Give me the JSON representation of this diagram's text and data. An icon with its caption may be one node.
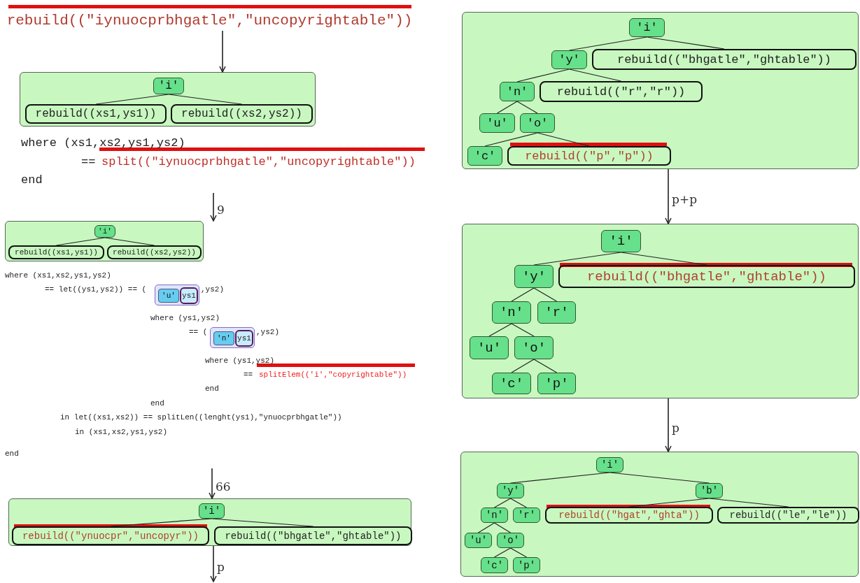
{
  "diagram": {
    "nodes": [
      {
        "text": [
          "rebuild((\"iynuocprbhgatle\",\"uncopyrightable\"))"
        ]
      },
      {
        "text": [],
        "shape": "box"
      },
      {
        "text": [
          "'i'"
        ],
        "in": 1
      },
      {
        "text": [
          "rebuild((xs1,ys1))"
        ],
        "in": 1
      },
      {
        "text": [
          "rebuild((xs2,ys2))"
        ],
        "in": 1
      },
      {
        "text": [],
        "shape": "box"
      },
      {
        "text": [
          "'i'"
        ],
        "in": 5
      },
      {
        "text": [
          "rebuild((xs1,ys1))"
        ],
        "in": 5
      },
      {
        "text": [
          "rebuild((xs2,ys2))"
        ],
        "in": 5
      },
      {
        "text": [],
        "shape": "box"
      },
      {
        "text": [
          "'u'"
        ],
        "in": 9
      },
      {
        "text": [
          "ys1"
        ],
        "in": 9
      },
      {
        "text": [],
        "shape": "box"
      },
      {
        "text": [
          "'n'"
        ],
        "in": 12
      },
      {
        "text": [
          "ys1"
        ],
        "in": 12
      },
      {
        "text": [],
        "shape": "box"
      },
      {
        "text": [
          "'i'"
        ],
        "in": 15
      },
      {
        "text": [
          "rebuild((\"ynuocpr\",\"uncopyr\"))"
        ],
        "in": 15
      },
      {
        "text": [
          "rebuild((\"bhgatle\",\"ghtable\"))"
        ],
        "in": 15
      },
      {
        "text": [],
        "shape": "box"
      },
      {
        "text": [
          "'i'"
        ],
        "in": 19
      },
      {
        "text": [
          "'y'"
        ],
        "in": 19
      },
      {
        "text": [
          "rebuild((\"bhgatle\",\"ghtable\"))"
        ],
        "in": 19
      },
      {
        "text": [
          "'n'"
        ],
        "in": 19
      },
      {
        "text": [
          "rebuild((\"r\",\"r\"))"
        ],
        "in": 19
      },
      {
        "text": [
          "'u'"
        ],
        "in": 19
      },
      {
        "text": [
          "'o'"
        ],
        "in": 19
      },
      {
        "text": [
          "'c'"
        ],
        "in": 19
      },
      {
        "text": [
          "rebuild((\"p\",\"p\"))"
        ],
        "in": 19
      },
      {
        "text": [],
        "shape": "box"
      },
      {
        "text": [
          "'i'"
        ],
        "in": 29
      },
      {
        "text": [
          "'y'"
        ],
        "in": 29
      },
      {
        "text": [
          "rebuild((\"bhgatle\",\"ghtable\"))"
        ],
        "in": 29
      },
      {
        "text": [
          "'n'"
        ],
        "in": 29
      },
      {
        "text": [
          "'r'"
        ],
        "in": 29
      },
      {
        "text": [
          "'u'"
        ],
        "in": 29
      },
      {
        "text": [
          "'o'"
        ],
        "in": 29
      },
      {
        "text": [
          "'c'"
        ],
        "in": 29
      },
      {
        "text": [
          "'p'"
        ],
        "in": 29
      },
      {
        "text": [],
        "shape": "box"
      },
      {
        "text": [
          "'i'"
        ],
        "in": 39
      },
      {
        "text": [
          "'y'"
        ],
        "in": 39
      },
      {
        "text": [
          "'b'"
        ],
        "in": 39
      },
      {
        "text": [
          "'n'"
        ],
        "in": 39
      },
      {
        "text": [
          "'r'"
        ],
        "in": 39
      },
      {
        "text": [
          "rebuild((\"hgat\",\"ghta\"))"
        ],
        "in": 39
      },
      {
        "text": [
          "rebuild((\"le\",\"le\"))"
        ],
        "in": 39
      },
      {
        "text": [
          "'u'"
        ],
        "in": 39
      },
      {
        "text": [
          "'o'"
        ],
        "in": 39
      },
      {
        "text": [
          "'c'"
        ],
        "in": 39
      },
      {
        "text": [
          "'p'"
        ],
        "in": 39
      }
    ],
    "edges": [
      {
        "from": 0,
        "to": 1,
        "arrow": "to"
      },
      {
        "from": 2,
        "to": 3,
        "arrow": "none"
      },
      {
        "from": 2,
        "to": 4,
        "arrow": "none"
      },
      {
        "from": null,
        "to": 5,
        "arrow": "to",
        "label": "9"
      },
      {
        "from": 6,
        "to": 7,
        "arrow": "none"
      },
      {
        "from": 6,
        "to": 8,
        "arrow": "none"
      },
      {
        "from": null,
        "to": 15,
        "arrow": "to",
        "label": "66"
      },
      {
        "from": 16,
        "to": 17,
        "arrow": "none"
      },
      {
        "from": 16,
        "to": 18,
        "arrow": "none"
      },
      {
        "from": 15,
        "to": null,
        "arrow": "to",
        "label": "p"
      },
      {
        "from": 20,
        "to": 21,
        "arrow": "none"
      },
      {
        "from": 20,
        "to": 22,
        "arrow": "none"
      },
      {
        "from": 21,
        "to": 23,
        "arrow": "none"
      },
      {
        "from": 21,
        "to": 24,
        "arrow": "none"
      },
      {
        "from": 23,
        "to": 25,
        "arrow": "none"
      },
      {
        "from": 23,
        "to": 26,
        "arrow": "none"
      },
      {
        "from": 26,
        "to": 27,
        "arrow": "none"
      },
      {
        "from": 26,
        "to": 28,
        "arrow": "none"
      },
      {
        "from": 19,
        "to": 29,
        "arrow": "to",
        "label": "p+p"
      },
      {
        "from": 30,
        "to": 31,
        "arrow": "none"
      },
      {
        "from": 30,
        "to": 32,
        "arrow": "none"
      },
      {
        "from": 31,
        "to": 33,
        "arrow": "none"
      },
      {
        "from": 31,
        "to": 34,
        "arrow": "none"
      },
      {
        "from": 33,
        "to": 35,
        "arrow": "none"
      },
      {
        "from": 33,
        "to": 36,
        "arrow": "none"
      },
      {
        "from": 36,
        "to": 37,
        "arrow": "none"
      },
      {
        "from": 36,
        "to": 38,
        "arrow": "none"
      },
      {
        "from": 29,
        "to": 39,
        "arrow": "to",
        "label": "p"
      },
      {
        "from": 40,
        "to": 41,
        "arrow": "none"
      },
      {
        "from": 40,
        "to": 42,
        "arrow": "none"
      },
      {
        "from": 41,
        "to": 43,
        "arrow": "none"
      },
      {
        "from": 41,
        "to": 44,
        "arrow": "none"
      },
      {
        "from": 42,
        "to": 45,
        "arrow": "none"
      },
      {
        "from": 42,
        "to": 46,
        "arrow": "none"
      },
      {
        "from": 43,
        "to": 47,
        "arrow": "none"
      },
      {
        "from": 43,
        "to": 48,
        "arrow": "none"
      },
      {
        "from": 48,
        "to": 49,
        "arrow": "none"
      },
      {
        "from": 48,
        "to": 50,
        "arrow": "none"
      }
    ],
    "labels": [
      "where (xs1,xs2,ys1,ys2)",
      "==",
      "split((\"iynuocprbhgatle\",\"uncopyrightable\"))",
      "end",
      "where (xs1,xs2,ys1,ys2)",
      "== let((ys1,ys2)) == (",
      ",ys2)",
      "where (ys1,ys2)",
      "== (",
      ",ys2)",
      "where (ys1,ys2)",
      "==",
      "splitElem(('i',\"copyrightable\"))",
      "end",
      "end",
      "in let((xs1,xs2)) == splitLen((lenght(ys1),\"ynuocprbhgatle\"))",
      "in (xs1,xs2,ys1,ys2)",
      "end"
    ]
  }
}
